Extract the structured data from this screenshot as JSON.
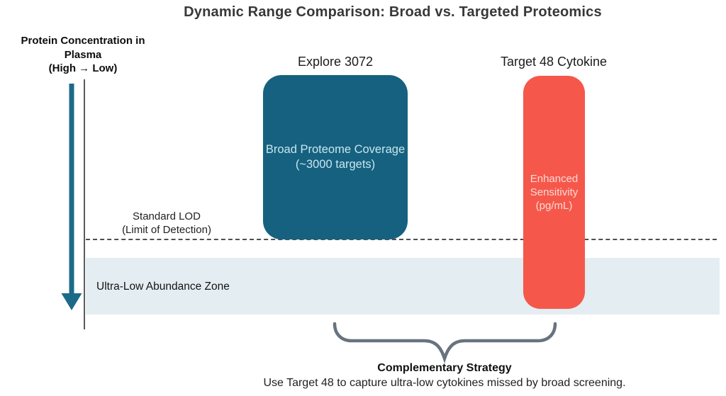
{
  "title": "Dynamic Range Comparison: Broad vs. Targeted Proteomics",
  "axis": {
    "line1": "Protein Concentration in",
    "line2": "Plasma",
    "line3": "(High → Low)"
  },
  "lod": {
    "line1": "Standard LOD",
    "line2": "(Limit of Detection)"
  },
  "zone": {
    "label": "Ultra-Low Abundance Zone"
  },
  "bars": {
    "explore": {
      "header": "Explore 3072",
      "body_line1": "Broad Proteome Coverage",
      "body_line2": "(~3000 targets)"
    },
    "target": {
      "header": "Target 48 Cytokine",
      "body_line1": "Enhanced",
      "body_line2": "Sensitivity",
      "body_line3": "(pg/mL)"
    }
  },
  "strategy": {
    "title": "Complementary Strategy",
    "description": "Use Target 48 to capture ultra-low cytokines missed by broad screening."
  },
  "colors": {
    "explore_bar": "#16617f",
    "explore_text": "#c9e6f0",
    "target_bar": "#f5584b",
    "target_text": "#fbdad6",
    "arrow": "#1c6a88",
    "zone_band": "#e4edf2",
    "brace": "#68737f",
    "dashed_line": "#4f4f4f",
    "axis_line": "#5b5b5b"
  }
}
